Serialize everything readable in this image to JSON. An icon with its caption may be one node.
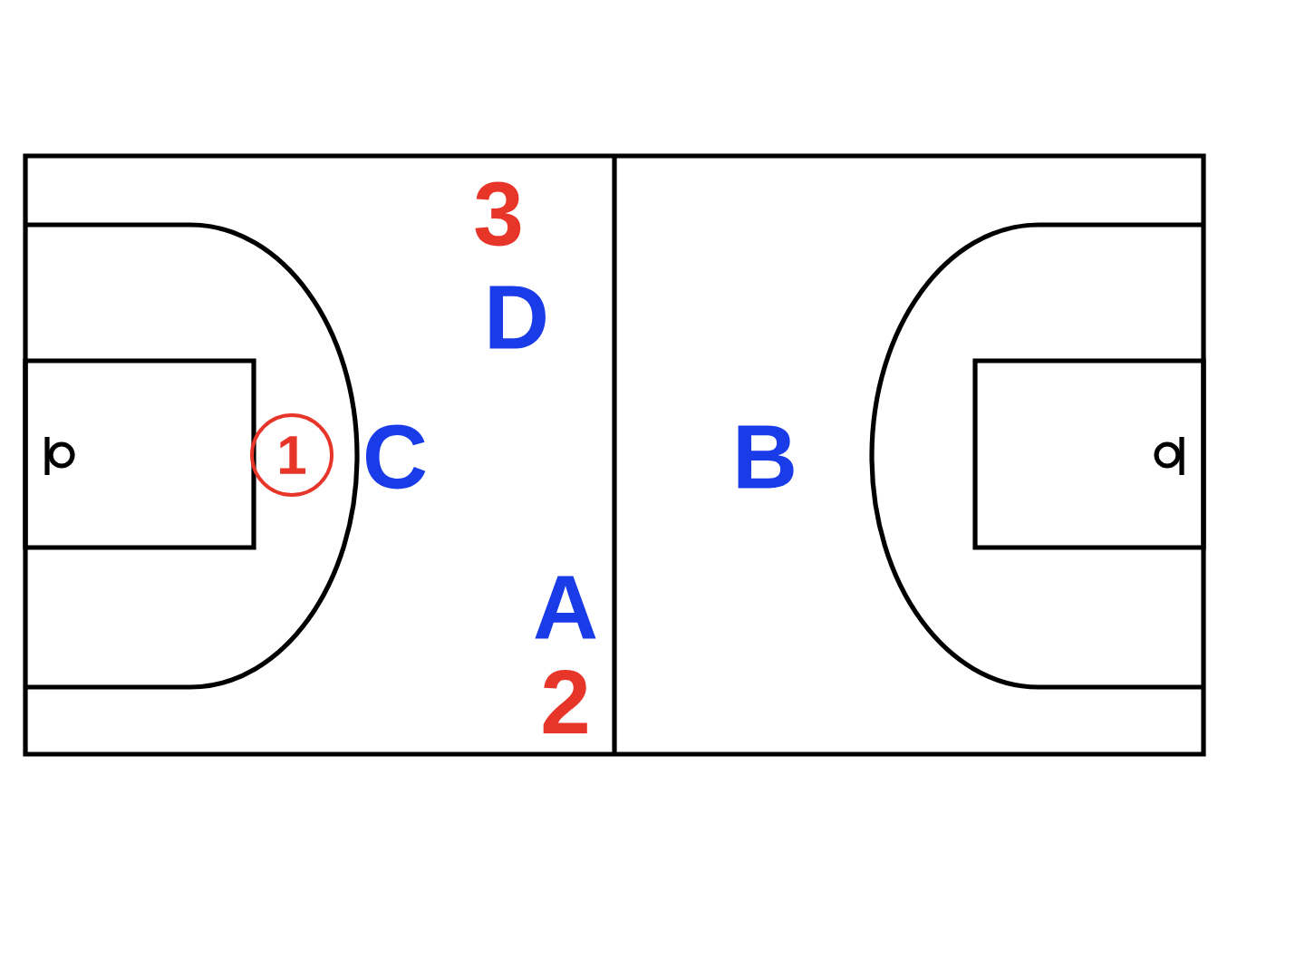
{
  "diagram": {
    "nodes": [
      {
        "text": [
          "1"
        ]
      }
    ],
    "labels": [
      "3",
      "D",
      "C",
      "B",
      "A",
      "2"
    ]
  }
}
